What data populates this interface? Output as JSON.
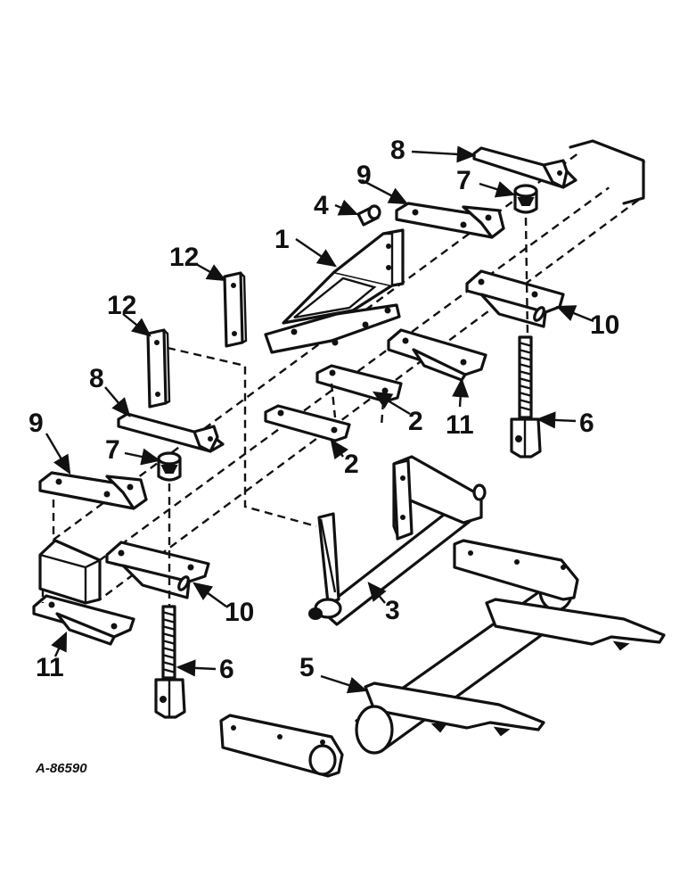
{
  "drawing_code": "A-86590",
  "callouts": {
    "c1": "1",
    "c2a": "2",
    "c2b": "2",
    "c3": "3",
    "c4": "4",
    "c5": "5",
    "c6a": "6",
    "c6b": "6",
    "c7a": "7",
    "c7b": "7",
    "c8a": "8",
    "c8b": "8",
    "c9a": "9",
    "c9b": "9",
    "c10a": "10",
    "c10b": "10",
    "c11a": "11",
    "c11b": "11",
    "c12a": "12",
    "c12b": "12"
  }
}
